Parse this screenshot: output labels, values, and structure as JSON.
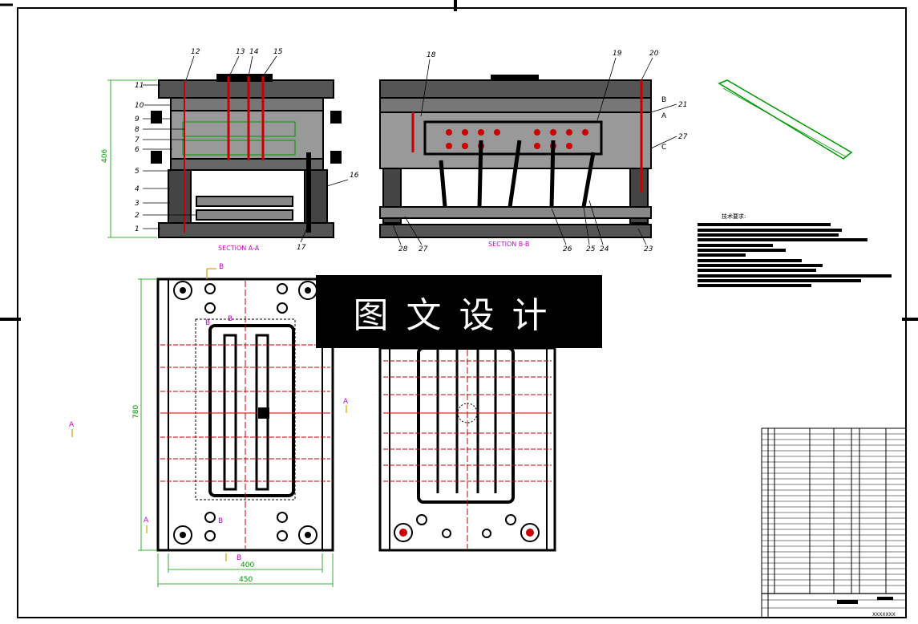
{
  "section_labels": {
    "a": "SECTION A-A",
    "b": "SECTION B-B"
  },
  "part_numbers_left": [
    "11",
    "10",
    "9",
    "8",
    "7",
    "6",
    "5",
    "4",
    "3",
    "2",
    "1"
  ],
  "part_numbers_top_a": [
    "12",
    "13",
    "14",
    "15"
  ],
  "part_numbers_a_side": [
    "16",
    "17"
  ],
  "part_numbers_b_top": [
    "18",
    "19",
    "20",
    "21",
    "27"
  ],
  "part_numbers_b_bottom": [
    "28",
    "27",
    "26",
    "25",
    "24",
    "23"
  ],
  "section_letters": {
    "b": "B",
    "a": "A",
    "c": "C"
  },
  "dimensions": {
    "height_a": "406",
    "height_plan": "780",
    "width_inner": "400",
    "width_outer": "450"
  },
  "cut_marks": {
    "a": "A",
    "b": "B"
  },
  "tech_title": "技术要求:",
  "watermark": "图文设计",
  "title_block": {
    "drawing_no": "XXXXXXX"
  },
  "colors": {
    "line": "#000000",
    "center": "#cc0000",
    "dim": "#009900",
    "label": "#cc00cc",
    "mark": "#d4a000"
  }
}
